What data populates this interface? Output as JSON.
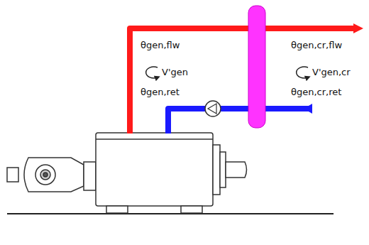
{
  "diagram": {
    "labels": [
      "θgen,flw",
      "V'gen",
      "θgen,ret",
      "θgen,cr,flw",
      "V'gen,cr",
      "θgen,cr,ret"
    ]
  }
}
